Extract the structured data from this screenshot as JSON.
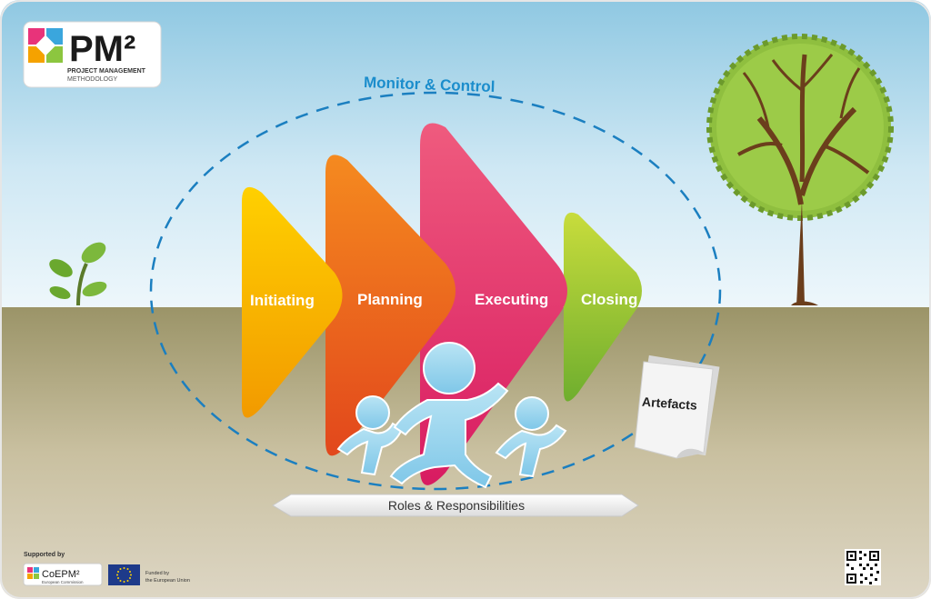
{
  "logo": {
    "name": "PM²",
    "tagline_1": "PROJECT MANAGEMENT",
    "tagline_2": "METHODOLOGY"
  },
  "cycle_label": "Monitor & Control",
  "phases": [
    {
      "label": "Initiating",
      "color": "#f7b900"
    },
    {
      "label": "Planning",
      "color": "#ee6a1c"
    },
    {
      "label": "Executing",
      "color": "#e0306f"
    },
    {
      "label": "Closing",
      "color": "#9cc534"
    }
  ],
  "artefacts_label": "Artefacts",
  "roles_label": "Roles & Responsibilities",
  "footer": {
    "supported_by": "Supported by",
    "coe_name": "CoEPM²",
    "coe_sub": "European Commission",
    "eu_funded_1": "Funded by",
    "eu_funded_2": "the European Union"
  },
  "colors": {
    "sky_top": "#9ccfe6",
    "sky_bottom": "#e6f3f9",
    "ground": "#a9a07a",
    "accent_blue": "#1b8dcc",
    "figures": "#9fd6ee"
  },
  "icons": [
    "logo-squares-icon",
    "sprout-icon",
    "tree-icon",
    "document-icon",
    "eu-flag-icon",
    "qr-code-icon"
  ]
}
